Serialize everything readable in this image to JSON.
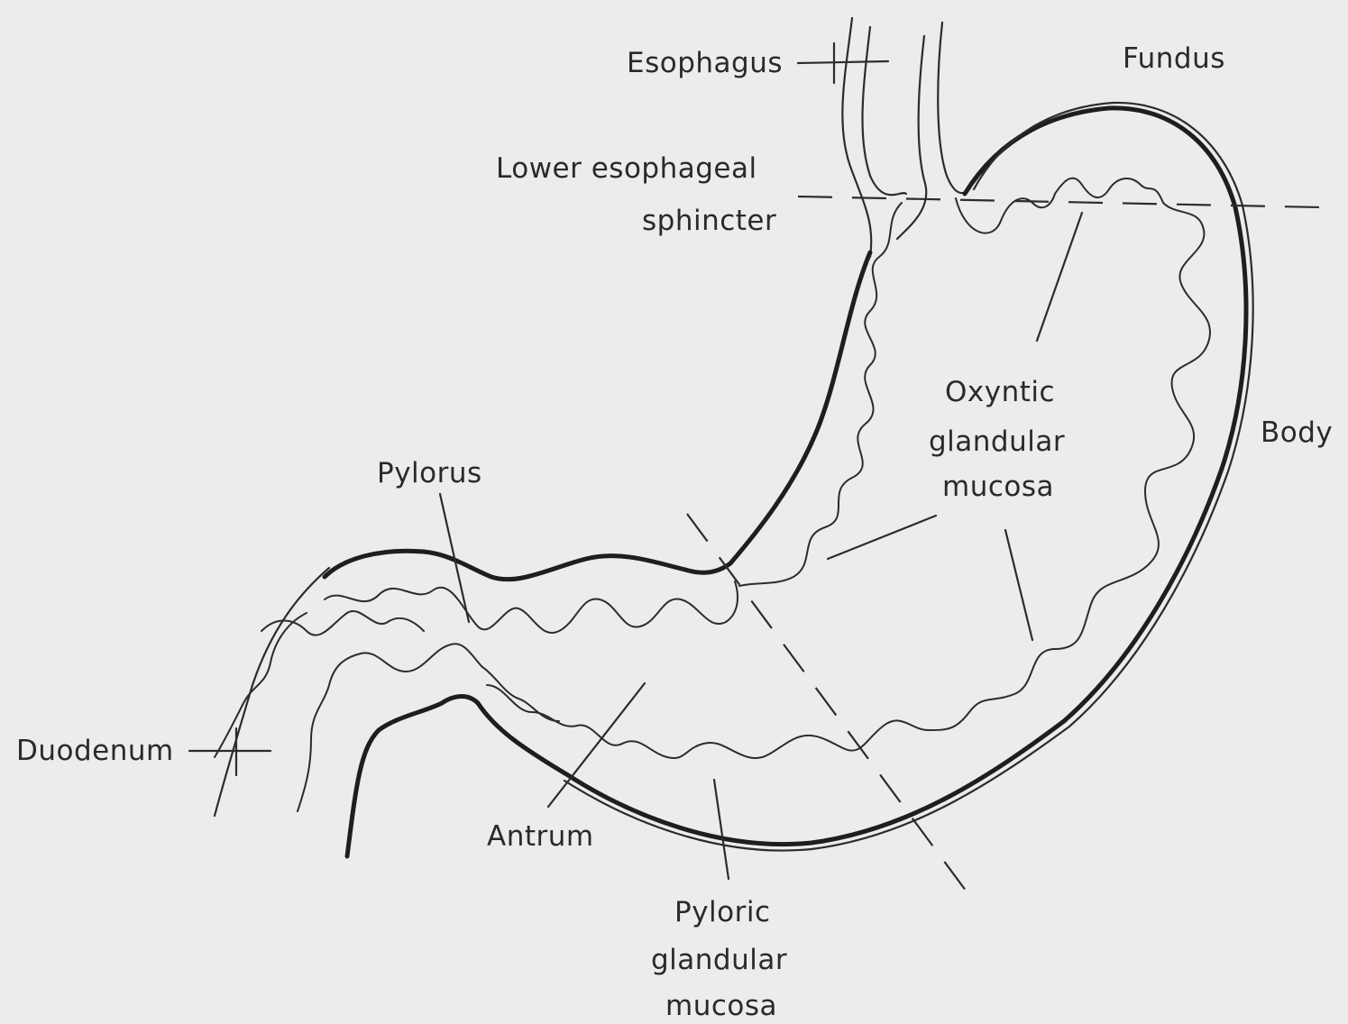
{
  "labels": {
    "esophagus": "Esophagus",
    "fundus": "Fundus",
    "les_line1": "Lower esophageal",
    "les_line2": "sphincter",
    "oxyntic_line1": "Oxyntic",
    "oxyntic_line2": "glandular",
    "oxyntic_line3": "mucosa",
    "body": "Body",
    "pylorus": "Pylorus",
    "duodenum": "Duodenum",
    "antrum": "Antrum",
    "pyloric_line1": "Pyloric",
    "pyloric_line2": "glandular",
    "pyloric_line3": "mucosa"
  },
  "colors": {
    "background": "#ececec",
    "ink": "#2a2a2a"
  }
}
